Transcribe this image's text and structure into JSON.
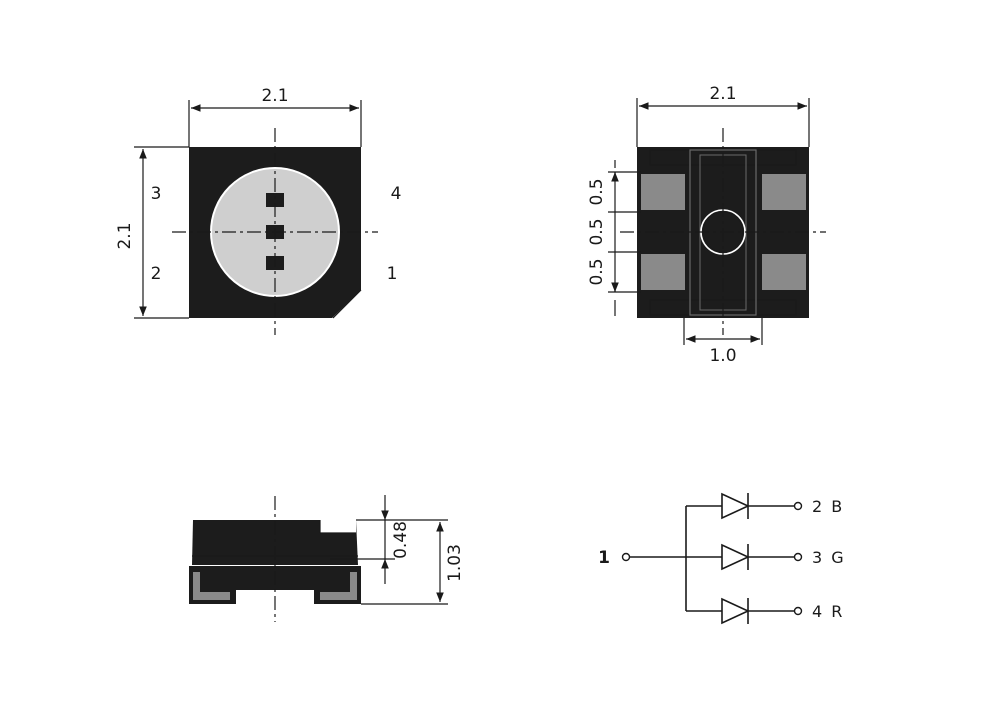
{
  "colors": {
    "body": "#1c1c1c",
    "lens": "#cfcfcf",
    "pad": "#8a8a8a",
    "line": "#1a1a1a",
    "background": "#ffffff"
  },
  "top_view": {
    "width_dim": "2.1",
    "height_dim": "2.1",
    "pins": {
      "top_left": "3",
      "bottom_left": "2",
      "top_right": "4",
      "bottom_right": "1"
    }
  },
  "bottom_view": {
    "width_dim": "2.1",
    "pitch_top": "0.5",
    "pitch_mid": "0.5",
    "pitch_bottom": "0.5",
    "center_dim": "1.0"
  },
  "side_view": {
    "lens_height_dim": "0.48",
    "total_height_dim": "1.03"
  },
  "schematic": {
    "common_pin": "1",
    "outputs": [
      {
        "label": "2 B"
      },
      {
        "label": "3 G"
      },
      {
        "label": "4 R"
      }
    ]
  }
}
